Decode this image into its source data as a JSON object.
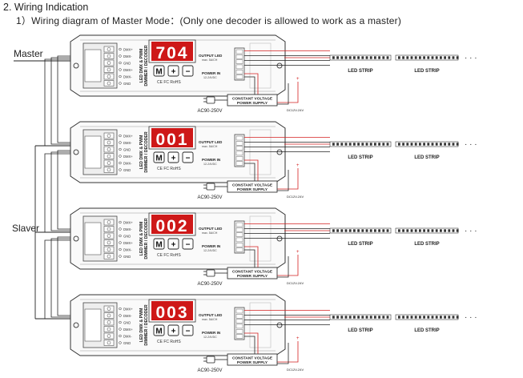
{
  "heading": "2. Wiring Indication",
  "subheading": "1）Wiring diagram of Master Mode：(Only one decoder is allowed to work as a master)",
  "labels": {
    "master": "Master",
    "slaver": "Slaver"
  },
  "decoders": [
    {
      "display": "704",
      "role": "master"
    },
    {
      "display": "001",
      "role": "slave"
    },
    {
      "display": "002",
      "role": "slave"
    },
    {
      "display": "003",
      "role": "slave"
    }
  ],
  "device": {
    "model_line1": "LED DMX & PWM",
    "model_line2": "DIMMER / DECODER",
    "buttons": [
      "M",
      "+",
      "−"
    ],
    "certifications": "CE FC RoHS",
    "dmx_pins": [
      "DMX+",
      "DMX-",
      "GND",
      "DMX+",
      "DMX-",
      "GND"
    ],
    "output_label": "OUTPUT LED",
    "output_sub": "max. 5A/CH",
    "power_label": "POWER IN",
    "power_sub": "12-24VDC"
  },
  "psu_label_1": "CONSTANT VOLTAGE",
  "psu_label_2": "POWER SUPPLY",
  "ac_label": "AC90-250V",
  "dc_label": "DC12V-24V",
  "strip_label": "LED STRIP",
  "ellipsis": "· · ·",
  "colors": {
    "display_bg": "#ce1818",
    "display_fg": "#ffffff",
    "wire_red": "#d42020",
    "wire_black": "#222222"
  }
}
